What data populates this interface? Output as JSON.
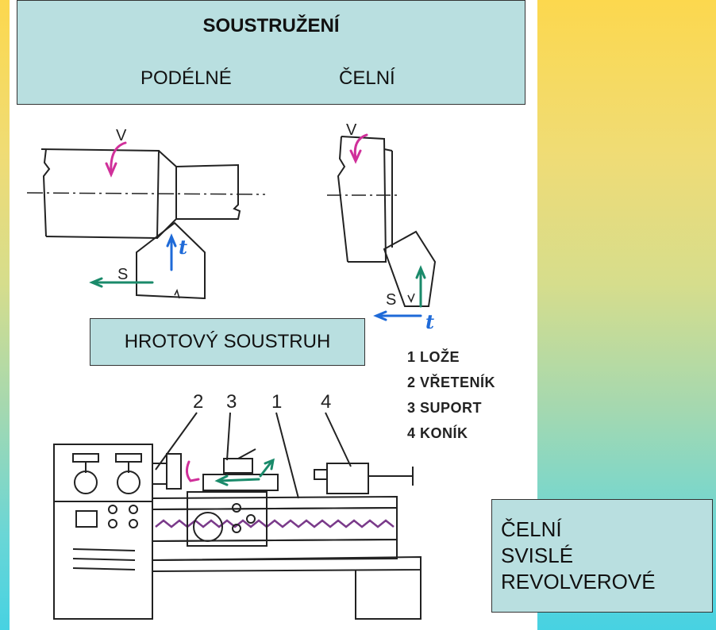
{
  "header": {
    "title": "SOUSTRUŽENÍ",
    "sub_left": "PODÉLNÉ",
    "sub_right": "ČELNÍ"
  },
  "longitudinal_sketch": {
    "label_v": "V",
    "label_s": "S",
    "label_t": "t"
  },
  "face_sketch": {
    "label_v": "V",
    "label_s": "S",
    "label_t": "t"
  },
  "lathe_label": "HROTOVÝ SOUSTRUH",
  "legend": {
    "items": [
      "1 LOŽE",
      "2 VŘETENÍK",
      "3 SUPORT",
      "4 KONÍK"
    ]
  },
  "lathe_numbers": [
    "2",
    "3",
    "1",
    "4"
  ],
  "bottom_box": {
    "lines": [
      "ČELNÍ",
      "SVISLÉ",
      "REVOLVEROVÉ"
    ]
  },
  "colors": {
    "rotation_arrow": "#d0309a",
    "feed_arrow": "#1a8a6a",
    "depth_arrow": "#1e6ad8",
    "box_fill": "#b9dfe0"
  }
}
